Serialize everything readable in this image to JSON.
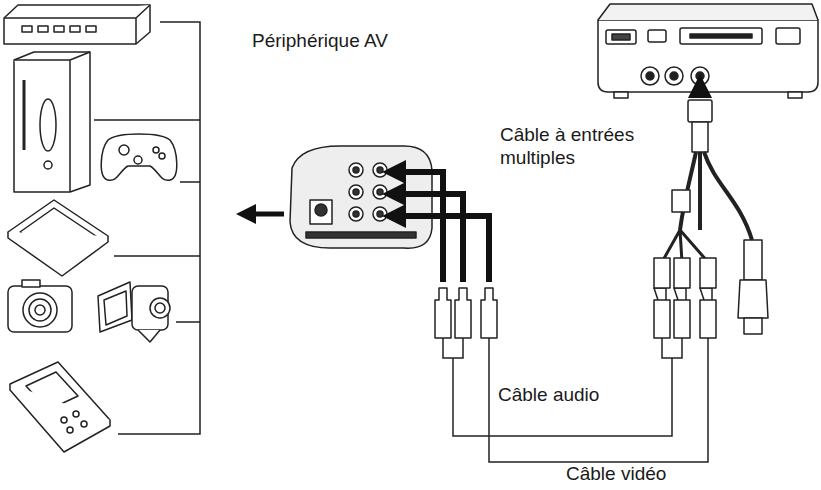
{
  "diagram": {
    "labels": [
      "Périphérique AV",
      "Câble à entrées multiples",
      "Câble audio",
      "Câble vidéo"
    ]
  }
}
